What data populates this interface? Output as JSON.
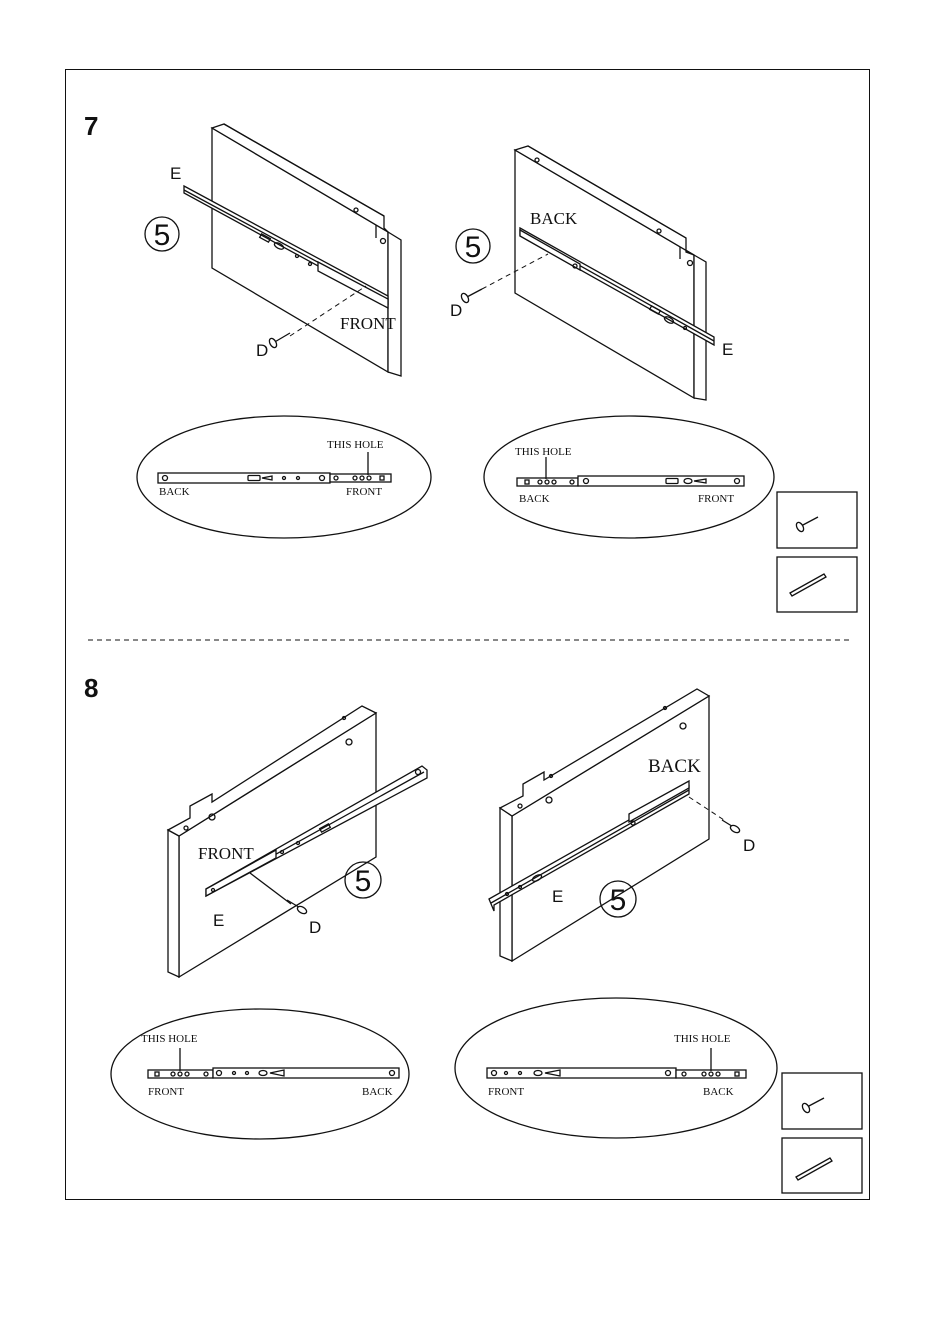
{
  "steps": [
    {
      "number": "7",
      "left": {
        "part_rail": "E",
        "part_screw": "D",
        "panel_label": "FRONT",
        "panel_number": "5"
      },
      "right": {
        "part_rail": "E",
        "part_screw": "D",
        "panel_label": "BACK",
        "panel_number": "5"
      },
      "zoom_left": {
        "hole_label": "THIS HOLE",
        "end_left": "BACK",
        "end_right": "FRONT"
      },
      "zoom_right": {
        "hole_label": "THIS HOLE",
        "end_left": "BACK",
        "end_right": "FRONT"
      }
    },
    {
      "number": "8",
      "left": {
        "part_rail": "E",
        "part_screw": "D",
        "panel_label": "FRONT",
        "panel_number": "5"
      },
      "right": {
        "part_rail": "E",
        "part_screw": "D",
        "panel_label": "BACK",
        "panel_number": "5"
      },
      "zoom_left": {
        "hole_label": "THIS HOLE",
        "end_left": "FRONT",
        "end_right": "BACK"
      },
      "zoom_right": {
        "hole_label": "THIS HOLE",
        "end_left": "FRONT",
        "end_right": "BACK"
      }
    }
  ]
}
